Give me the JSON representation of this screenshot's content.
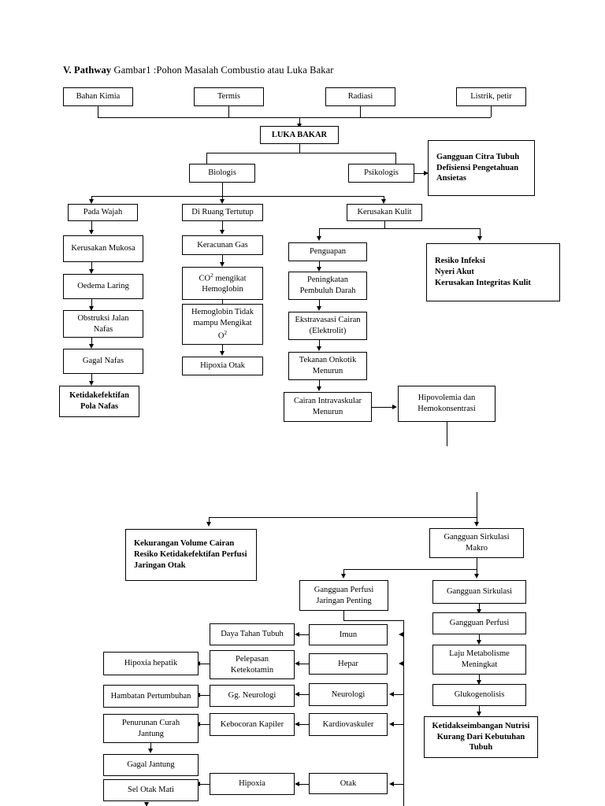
{
  "title": {
    "label": "V. Pathway",
    "caption": "Gambar1 :Pohon Masalah Combustio atau Luka Bakar"
  },
  "colors": {
    "ink": "#000000",
    "page": "#ffffff"
  },
  "nodes": {
    "bahan_kimia": "Bahan Kimia",
    "termis": "Termis",
    "radiasi": "Radiasi",
    "listrik_petir": "Listrik, petir",
    "luka_bakar": "LUKA BAKAR",
    "biologis": "Biologis",
    "psikologis": "Psikologis",
    "gangguan_citra_l1": "Gangguan Citra Tubuh",
    "gangguan_citra_l2": "Defisiensi Pengetahuan",
    "gangguan_citra_l3": "Ansietas",
    "pada_wajah": "Pada Wajah",
    "kerusakan_mukosa": "Kerusakan Mukosa",
    "oedema_laring": "Oedema Laring",
    "obstruksi_l1": "Obstruksi Jalan",
    "obstruksi_l2": "Nafas",
    "gagal_nafas": "Gagal Nafas",
    "ketidakefektifan_l1": "Ketidakefektifan",
    "ketidakefektifan_l2": "Pola Nafas",
    "di_ruang_tertutup": "Di Ruang Tertutup",
    "keracunan_gas": "Keracunan Gas",
    "co2_l1": "CO",
    "co2_sup": "2",
    "co2_l1b": " mengikat",
    "co2_l2": "Hemoglobin",
    "hb_l1": "Hemoglobin Tidak",
    "hb_l2": "mampu Mengikat",
    "hb_l3": "O",
    "hb_l3sup": "2",
    "hipoxia_otak": "Hipoxia Otak",
    "kerusakan_kulit": "Kerusakan Kulit",
    "penguapan": "Penguapan",
    "peningkatan_l1": "Peningkatan",
    "peningkatan_l2": "Pembuluh Darah",
    "ekstravasasi_l1": "Ekstravasasi Cairan",
    "ekstravasasi_l2": "(Elektrolit)",
    "tekanan_l1": "Tekanan Onkotik",
    "tekanan_l2": "Menurun",
    "cairan_intra_l1": "Cairan Intravaskular",
    "cairan_intra_l2": "Menurun",
    "hipovolemia_l1": "Hipovolemia dan",
    "hipovolemia_l2": "Hemokonsentrasi",
    "resiko_l1": "Resiko Infeksi",
    "resiko_l2": "Nyeri Akut",
    "resiko_l3": "Kerusakan Integritas Kulit",
    "kekurangan_l1": "Kekurangan Volume Cairan",
    "kekurangan_l2": "Resiko Ketidakefektifan Perfusi",
    "kekurangan_l3": "Jaringan Otak",
    "gangguan_sirkulasi_makro_l1": "Gangguan Sirkulasi",
    "gangguan_sirkulasi_makro_l2": "Makro",
    "gangguan_perfusi_jaringan_l1": "Gangguan Perfusi",
    "gangguan_perfusi_jaringan_l2": "Jaringan Penting",
    "gangguan_sirkulasi": "Gangguan Sirkulasi",
    "gangguan_perfusi": "Gangguan Perfusi",
    "laju_metabolisme_l1": "Laju Metabolisme",
    "laju_metabolisme_l2": "Meningkat",
    "glukogenolisis": "Glukogenolisis",
    "ketidakseimbangan_l1": "Ketidakseimbangan Nutrisi",
    "ketidakseimbangan_l2": "Kurang Dari Kebutuhan",
    "ketidakseimbangan_l3": "Tubuh",
    "imun": "Imun",
    "hepar": "Hepar",
    "neurologi": "Neurologi",
    "kardiovaskuler": "Kardiovaskuler",
    "otak": "Otak",
    "daya_tahan_tubuh": "Daya Tahan Tubuh",
    "pelepasan_l1": "Pelepasan",
    "pelepasan_l2": "Ketekotamin",
    "gg_neurologi": "Gg. Neurologi",
    "kebocoran_kapiler": "Kebocoran Kapiler",
    "hipoxia": "Hipoxia",
    "hipoxia_hepatik": "Hipoxia hepatik",
    "hambatan_pertumbuhan": "Hambatan Pertumbuhan",
    "penurunan_curah_l1": "Penurunan Curah",
    "penurunan_curah_l2": "Jantung",
    "gagal_jantung": "Gagal Jantung",
    "sel_otak_mati": "Sel Otak Mati"
  }
}
